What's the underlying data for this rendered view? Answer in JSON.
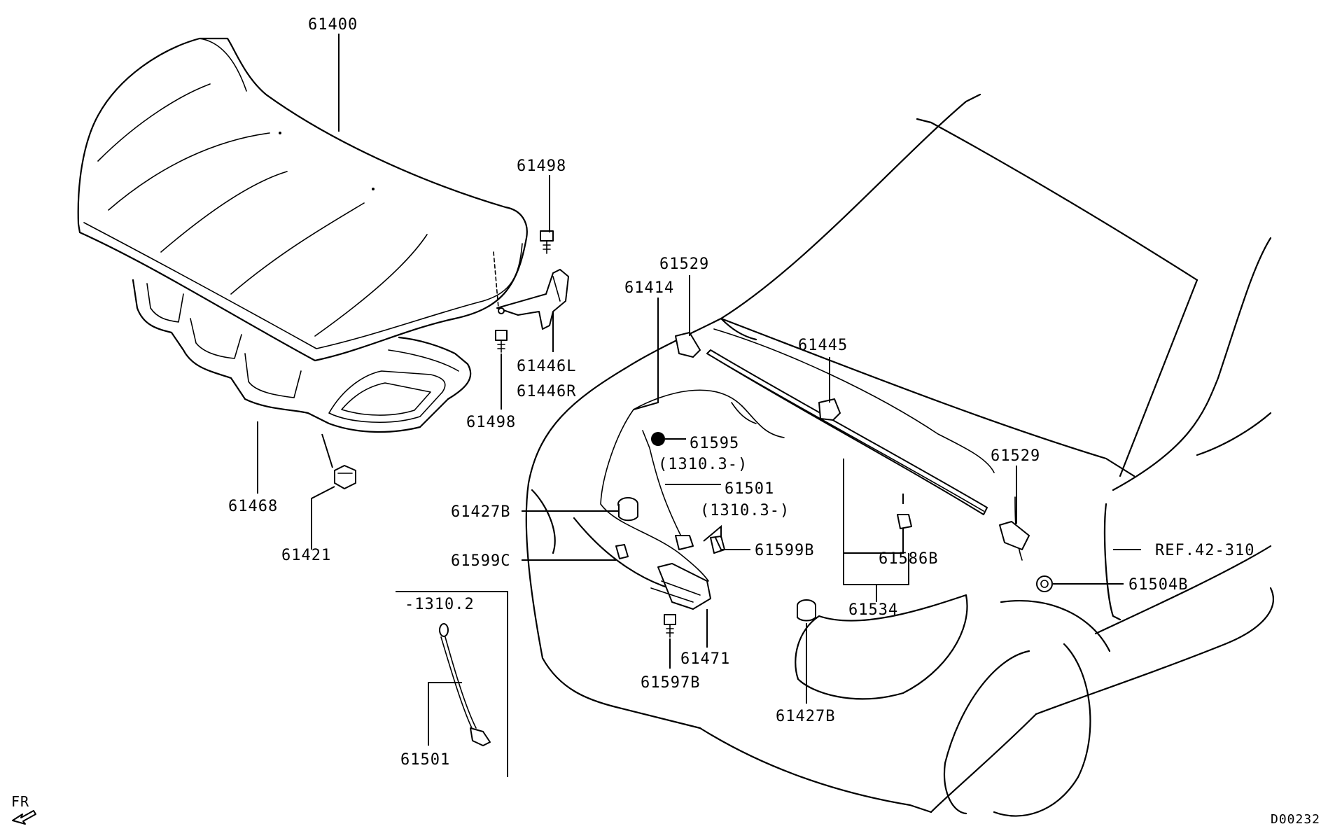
{
  "diagram": {
    "labels": {
      "p61400": "61400",
      "p61498_top": "61498",
      "p61446L": "61446L",
      "p61446R": "61446R",
      "p61498_bot": "61498",
      "p61468": "61468",
      "p61421": "61421",
      "p61529_left": "61529",
      "p61414": "61414",
      "p61445": "61445",
      "p61595": "61595",
      "p61595_note": "(1310.3-)",
      "p61501": "61501",
      "p61501_note": "(1310.3-)",
      "p61427B_left": "61427B",
      "p61599C": "61599C",
      "p61599B": "61599B",
      "p61529_right": "61529",
      "ref": "REF.42-310",
      "p61586B": "61586B",
      "p61534": "61534",
      "p61504B": "61504B",
      "inset_note": "-1310.2",
      "p61501_inset": "61501",
      "p61471": "61471",
      "p61597B": "61597B",
      "p61427B_bot": "61427B",
      "fr": "FR",
      "drawing_id": "D00232"
    }
  }
}
